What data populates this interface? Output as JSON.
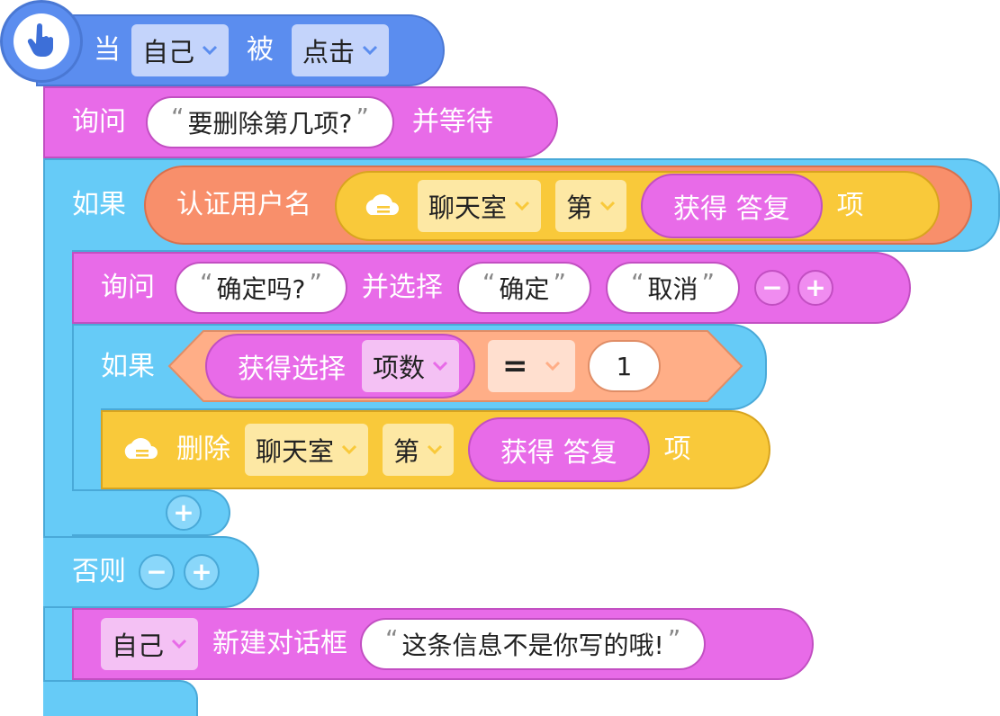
{
  "event": {
    "when": "当",
    "target": "自己",
    "by": "被",
    "action": "点击"
  },
  "ask1": {
    "verb": "询问",
    "question": "要删除第几项?",
    "suffix": "并等待"
  },
  "if1": {
    "keyword": "如果",
    "auth": "认证用户名",
    "room": "聊天室",
    "nth": "第",
    "answer": "获得 答复",
    "item": "项"
  },
  "ask2": {
    "verb": "询问",
    "question": "确定吗?",
    "choose": "并选择",
    "opt1": "确定",
    "opt2": "取消"
  },
  "if2": {
    "keyword": "如果",
    "getchoice": "获得选择",
    "field": "项数",
    "op": "=",
    "value": "1"
  },
  "delete": {
    "verb": "删除",
    "room": "聊天室",
    "nth": "第",
    "answer": "获得 答复",
    "item": "项"
  },
  "else": {
    "keyword": "否则"
  },
  "dialog": {
    "target": "自己",
    "verb": "新建对话框",
    "text": "这条信息不是你写的哦!"
  },
  "controls": {
    "minus": "−",
    "plus": "+",
    "open_quote": "“",
    "close_quote": "”"
  },
  "colors": {
    "event": "#5b8def",
    "looks": "#e86be8",
    "control": "#66cbf7",
    "cloud": "#f9c93a",
    "auth": "#f88f6b",
    "compare": "#ffae87"
  },
  "icons": {
    "event": "hand-pointer-icon",
    "cloud": "cloud-list-icon",
    "dropdown": "chevron-down-icon"
  }
}
